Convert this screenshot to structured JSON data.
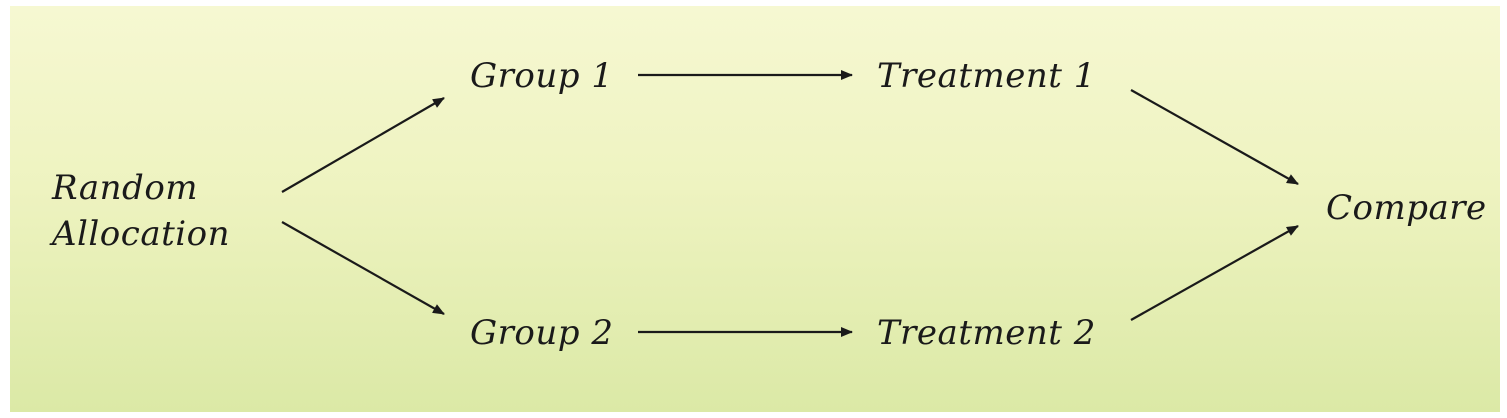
{
  "nodes": {
    "random_allocation": {
      "line1": "Random",
      "line2": "Allocation"
    },
    "group_1": "Group 1",
    "group_2": "Group 2",
    "treatment_1": "Treatment 1",
    "treatment_2": "Treatment 2",
    "compare": "Compare"
  },
  "edges": [
    {
      "from": "Random Allocation",
      "to": "Group 1"
    },
    {
      "from": "Random Allocation",
      "to": "Group 2"
    },
    {
      "from": "Group 1",
      "to": "Treatment 1"
    },
    {
      "from": "Group 2",
      "to": "Treatment 2"
    },
    {
      "from": "Treatment 1",
      "to": "Compare"
    },
    {
      "from": "Treatment 2",
      "to": "Compare"
    }
  ],
  "colors": {
    "background_top": "#f6f8d2",
    "background_bottom": "#dbe9a6",
    "ink": "#1a1a1a"
  }
}
